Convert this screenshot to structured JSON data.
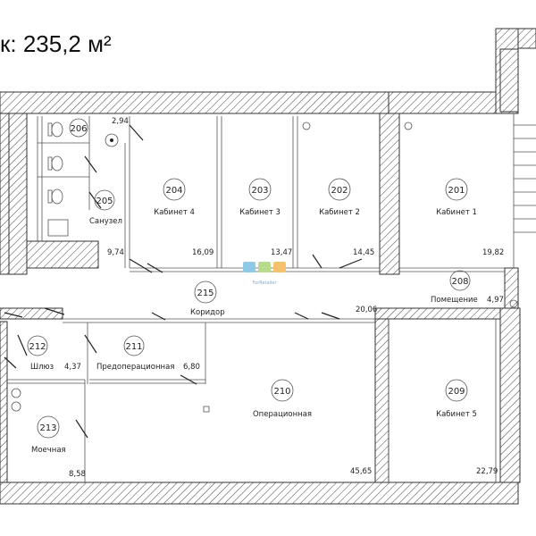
{
  "title": "к: 235,2 м²",
  "logo": {
    "text": "ForRetailer",
    "colors": [
      "#8ec9e8",
      "#b7dc8e",
      "#f5c26b"
    ]
  },
  "rooms": [
    {
      "id": "206",
      "name": "",
      "area": "2,94"
    },
    {
      "id": "205",
      "name": "Санузел",
      "area": "9,74"
    },
    {
      "id": "204",
      "name": "Кабинет 4",
      "area": "16,09"
    },
    {
      "id": "203",
      "name": "Кабинет 3",
      "area": "13,47"
    },
    {
      "id": "202",
      "name": "Кабинет 2",
      "area": "14,45"
    },
    {
      "id": "201",
      "name": "Кабинет 1",
      "area": "19,82"
    },
    {
      "id": "215",
      "name": "Коридор",
      "area": "20,06"
    },
    {
      "id": "208",
      "name": "Помещение",
      "area": "4,97"
    },
    {
      "id": "212",
      "name": "Шлюз",
      "area": "4,37"
    },
    {
      "id": "211",
      "name": "Предоперационная",
      "area": "6,80"
    },
    {
      "id": "210",
      "name": "Операционная",
      "area": "45,65"
    },
    {
      "id": "209",
      "name": "Кабинет 5",
      "area": "22,79"
    },
    {
      "id": "213",
      "name": "Моечная",
      "area": "8,58"
    }
  ]
}
